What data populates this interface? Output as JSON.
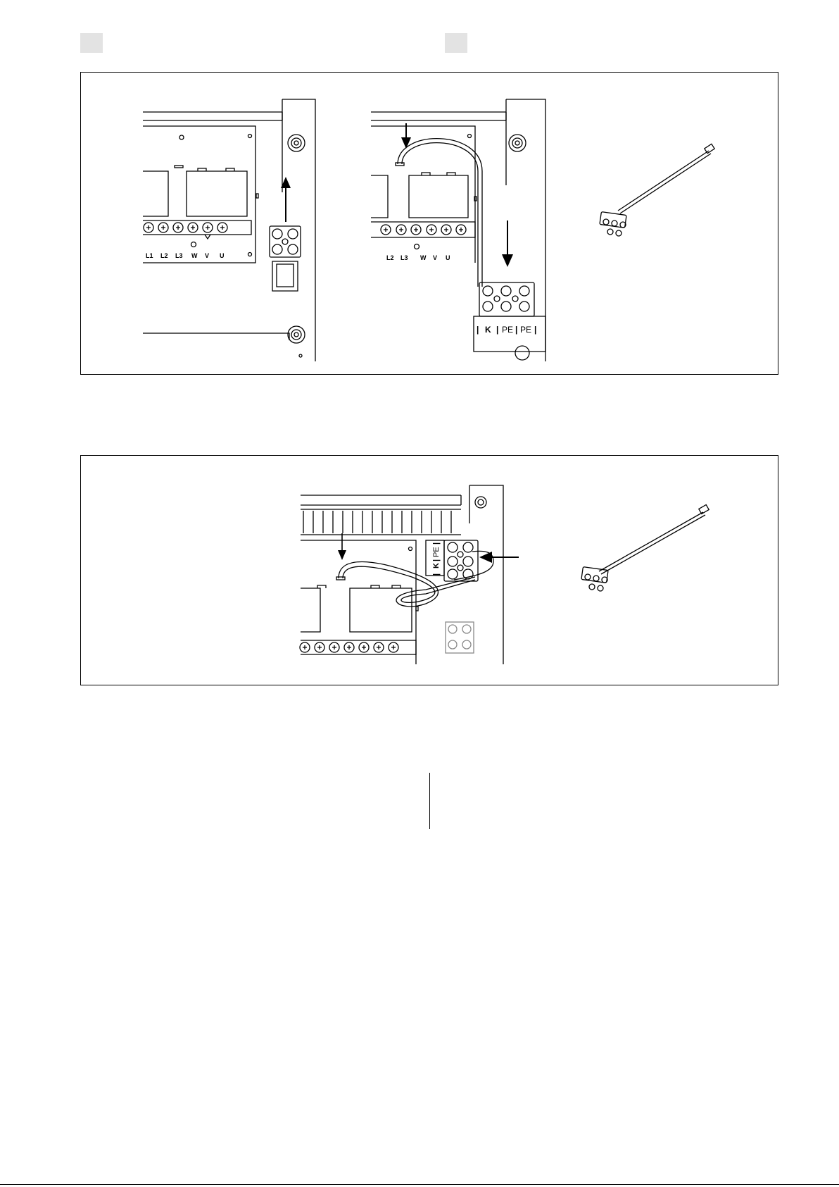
{
  "panel1": {
    "left_terminals": [
      "L1",
      "L2",
      "L3",
      "W",
      "V",
      "U"
    ],
    "right_terminals": [
      "L2",
      "L3",
      "W",
      "V",
      "U"
    ],
    "label_k": "K",
    "label_pe": "PE"
  },
  "panel2": {
    "label_k": "K",
    "label_pe": "PE"
  }
}
